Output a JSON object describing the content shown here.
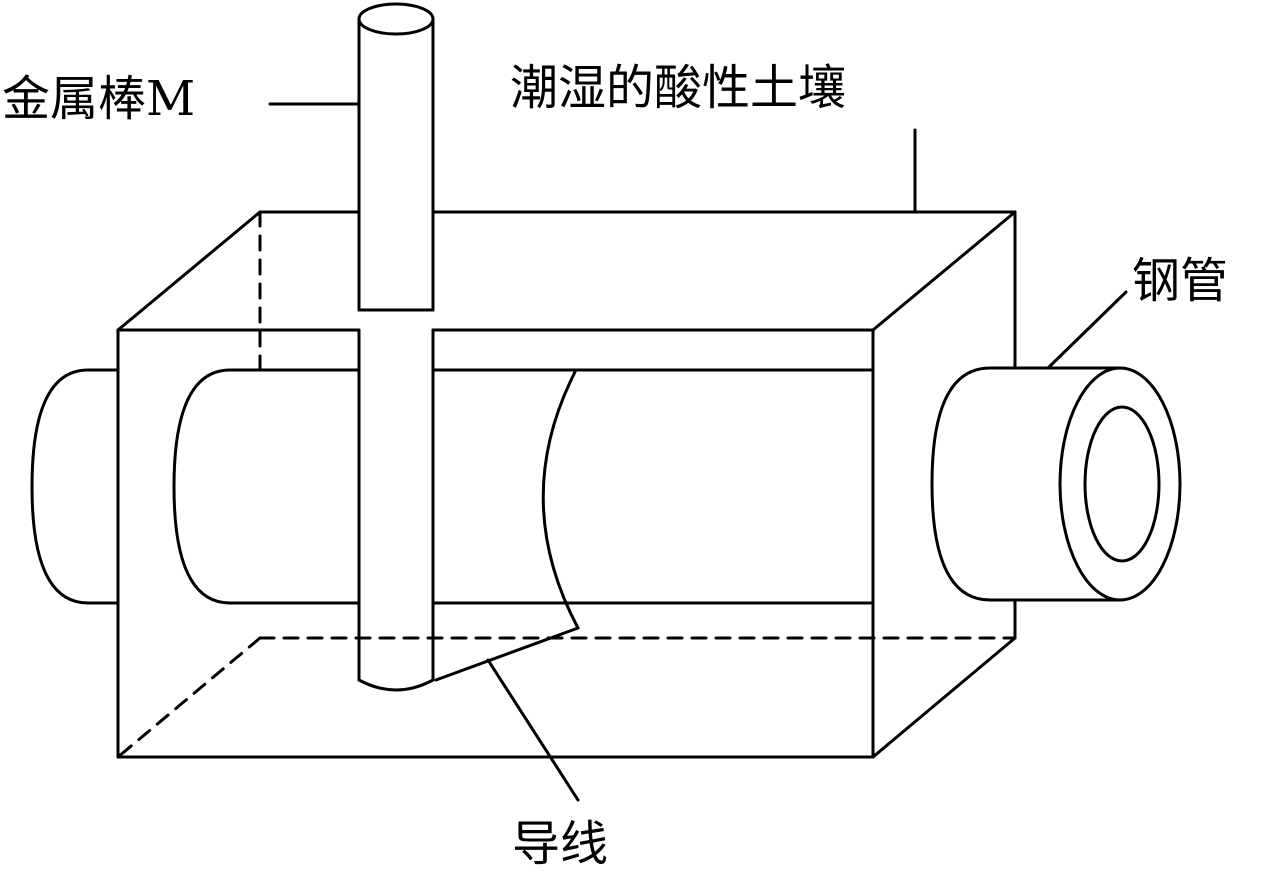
{
  "labels": {
    "metal_rod": "金属棒M",
    "soil": "潮湿的酸性土壤",
    "steel_pipe": "钢管",
    "wire": "导线"
  },
  "colors": {
    "stroke": "#000000",
    "background": "#ffffff"
  }
}
